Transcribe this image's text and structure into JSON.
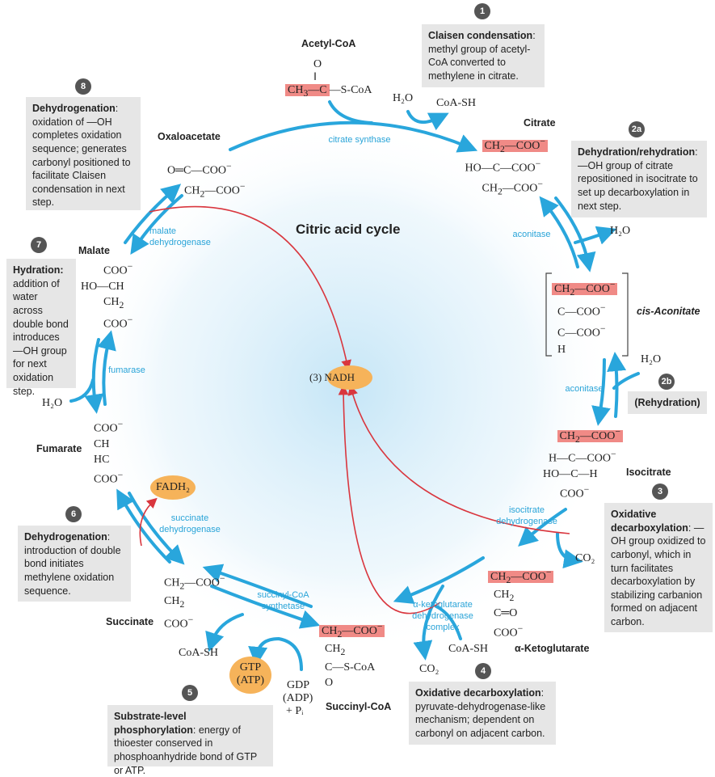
{
  "title": "Citric acid cycle",
  "nadh_label": "(3) NADH",
  "steps": {
    "s1": {
      "num": "1",
      "title": "Claisen condensation",
      "text": ": methyl group of acetyl-CoA converted to methylene in citrate."
    },
    "s2a": {
      "num": "2a",
      "title": "Dehydration/rehydration",
      "text": ": —OH group of citrate repositioned in isocitrate to set up decarboxylation in next step."
    },
    "s2b": {
      "num": "2b",
      "title": "(Rehydration)"
    },
    "s3": {
      "num": "3",
      "title": "Oxidative decarboxylation",
      "text": ": —OH group oxidized to carbonyl, which in turn facilitates decarboxylation by stabilizing carbanion formed on adjacent carbon."
    },
    "s4": {
      "num": "4",
      "title": "Oxidative decarboxylation",
      "text": ": pyruvate-dehydrogenase-like mechanism; dependent on carbonyl on adjacent carbon."
    },
    "s5": {
      "num": "5",
      "title": "Substrate-level phosphorylation",
      "text": ": energy of thioester conserved in phosphoanhydride bond of GTP or ATP."
    },
    "s6": {
      "num": "6",
      "title": "Dehydrogenation",
      "text": ": introduction of double bond initiates methylene oxidation sequence."
    },
    "s7": {
      "num": "7",
      "title": "Hydration:",
      "text": " addition of water across double bond introduces —OH group for next oxidation step."
    },
    "s8": {
      "num": "8",
      "title": "Dehydrogenation",
      "text": ": oxidation of —OH completes oxidation sequence; generates carbonyl positioned to facilitate Claisen condensation in next step."
    }
  },
  "compounds": {
    "acetyl_coa": "Acetyl-CoA",
    "citrate": "Citrate",
    "cis_aconitate": "cis-Aconitate",
    "isocitrate": "Isocitrate",
    "akg": "α-Ketoglutarate",
    "succinyl_coa": "Succinyl-CoA",
    "succinate": "Succinate",
    "fumarate": "Fumarate",
    "malate": "Malate",
    "oxaloacetate": "Oxaloacetate"
  },
  "enzymes": {
    "citrate_synthase": "citrate synthase",
    "aconitase1": "aconitase",
    "aconitase2": "aconitase",
    "idh": "isocitrate dehydrogenase",
    "akgdh": "α-ketoglutarate dehydrogenase complex",
    "scs": "succinyl-CoA synthetase",
    "sdh": "succinate dehydrogenase",
    "fumarase": "fumarase",
    "mdh": "malate dehydrogenase"
  },
  "small_molecules": {
    "h2o_1": "H₂O",
    "coash_1": "CoA-SH",
    "h2o_2": "H₂O",
    "h2o_3": "H₂O",
    "co2_1": "CO₂",
    "co2_2": "CO₂",
    "coash_2": "CoA-SH",
    "coash_3": "CoA-SH",
    "gdp": "GDP",
    "adp": "(ADP)",
    "pi": "+ Pᵢ",
    "gtp": "GTP",
    "atp": "(ATP)",
    "fadh2": "FADH₂",
    "h2o_4": "H₂O"
  },
  "colors": {
    "arrow": "#29a6dc",
    "highlight": "#f08a86",
    "nadh": "#f6b35a",
    "red_arrow": "#d9363e",
    "box": "#e6e6e6"
  }
}
